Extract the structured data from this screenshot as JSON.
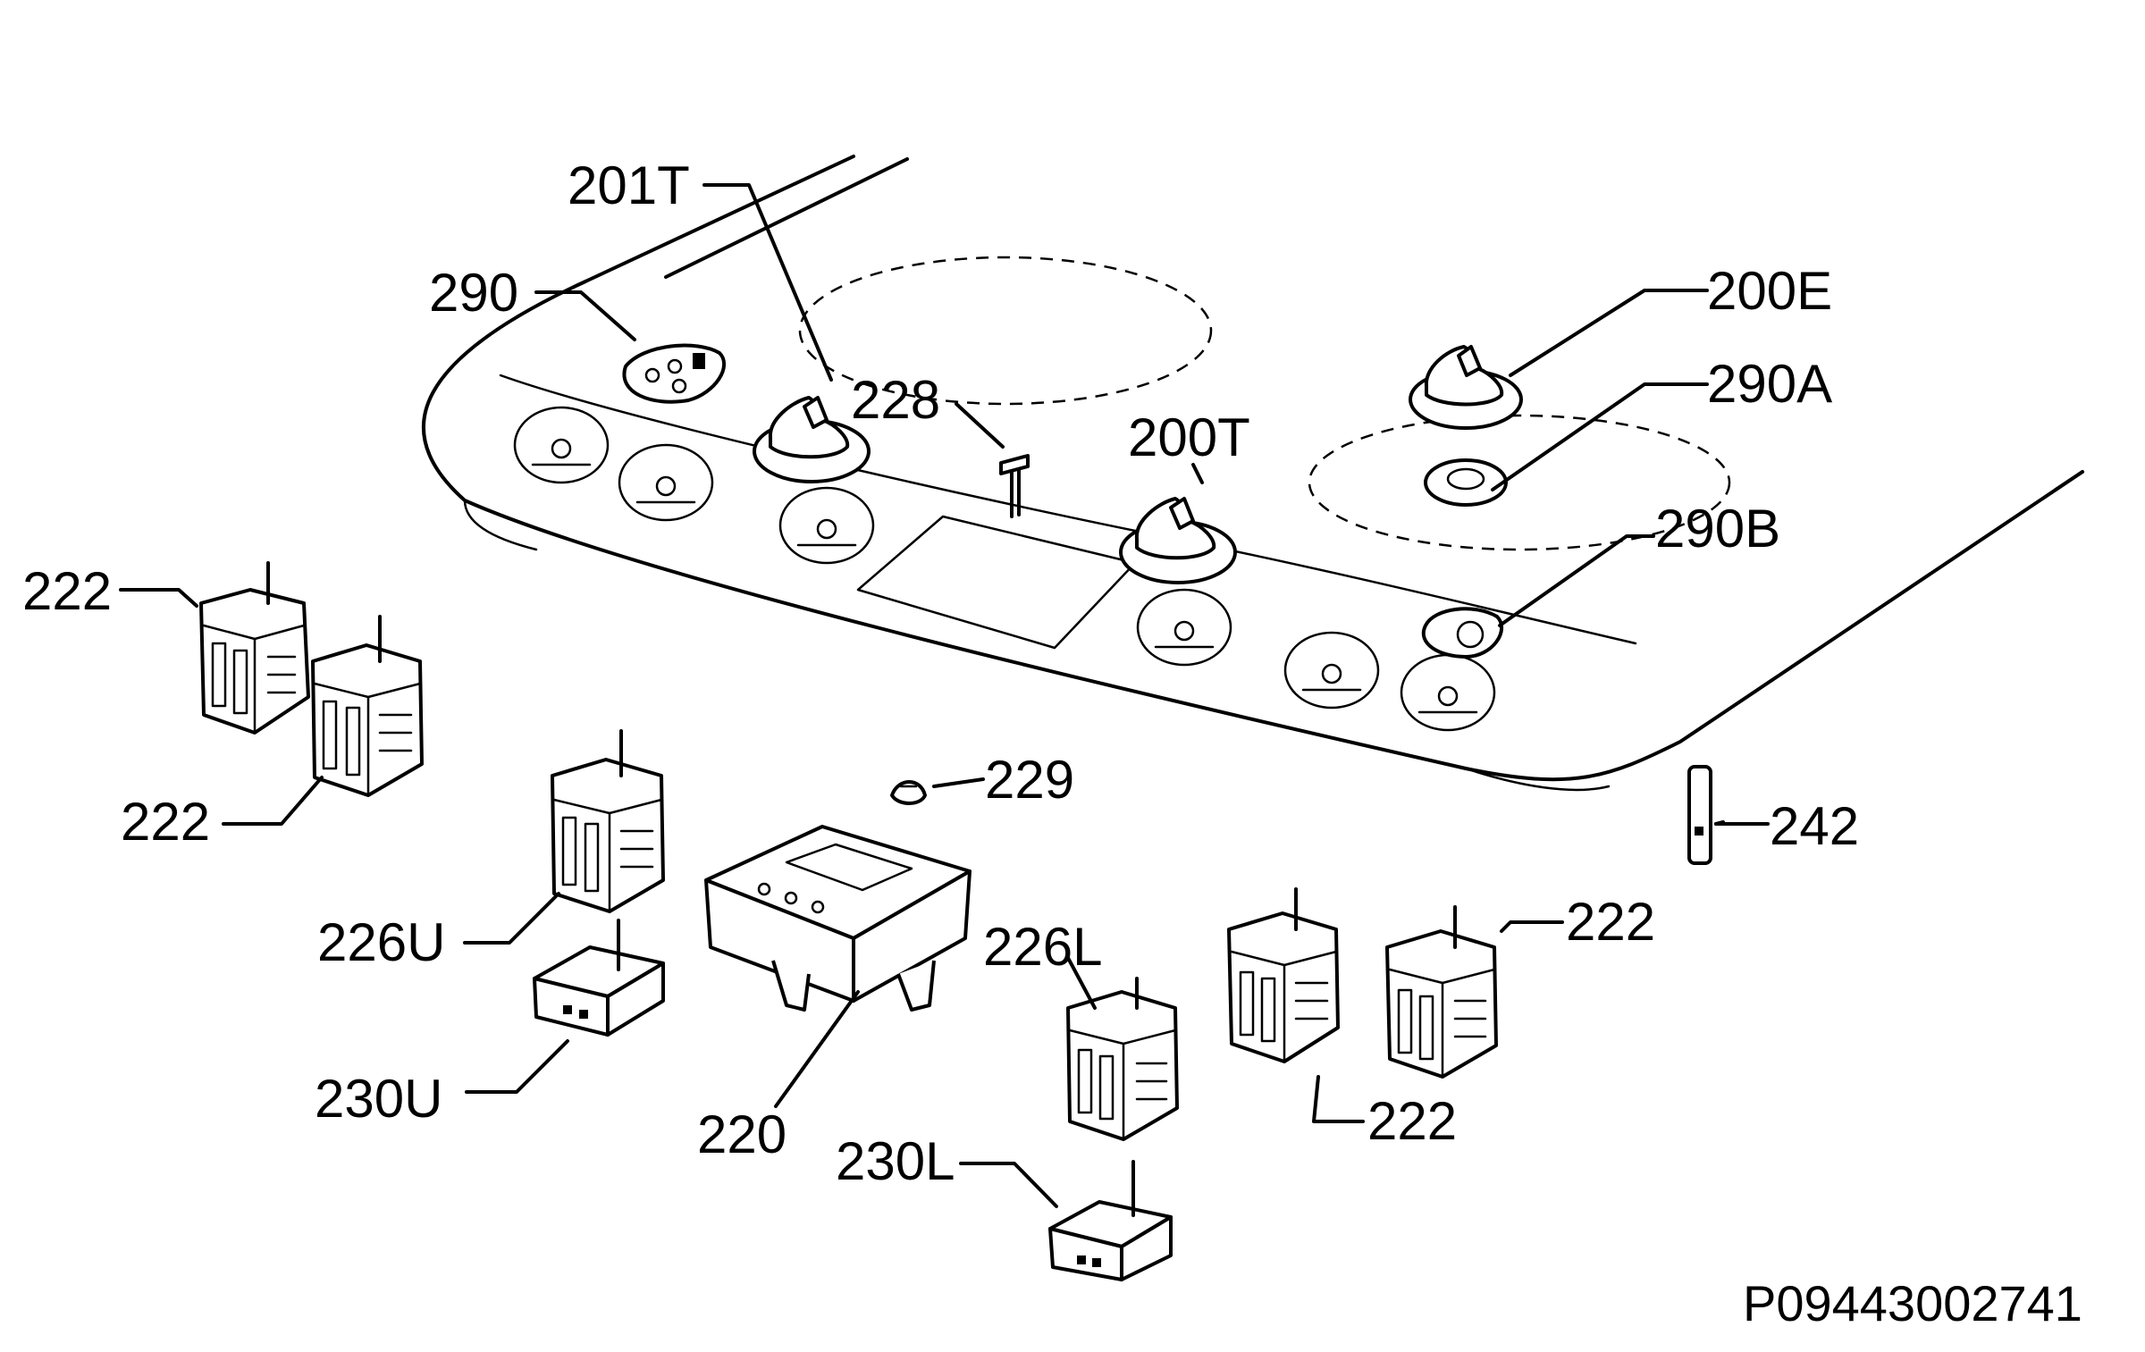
{
  "callouts": {
    "c201T": "201T",
    "c290": "290",
    "c228": "228",
    "c200T": "200T",
    "c200E": "200E",
    "c290A": "290A",
    "c290B": "290B",
    "c222_a": "222",
    "c222_b": "222",
    "c222_c": "222",
    "c222_d": "222",
    "c229": "229",
    "c242": "242",
    "c226U": "226U",
    "c230U": "230U",
    "c220": "220",
    "c226L": "226L",
    "c230L": "230L"
  },
  "part_number": "P09443002741"
}
